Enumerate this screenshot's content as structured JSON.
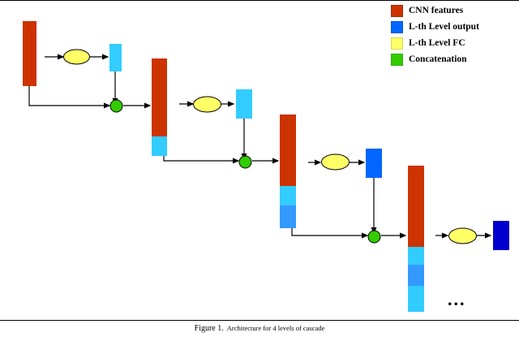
{
  "figure": {
    "caption_number": "Figure 1.",
    "caption_text": "Architecture for 4 levels of cascade",
    "ellipsis": "..."
  },
  "legend": {
    "items": [
      {
        "label": "CNN features",
        "color": "#cc3300",
        "name": "cnn-features"
      },
      {
        "label": "L-th Level output",
        "color": "#0066ff",
        "name": "level-output"
      },
      {
        "label": "L-th Level FC",
        "color": "#ffff66",
        "name": "level-fc"
      },
      {
        "label": "Concatenation",
        "color": "#33cc00",
        "name": "concatenation"
      }
    ]
  },
  "colors": {
    "cnn_features": "#cc3300",
    "level_output_blue": "#0066ff",
    "level_output_cyan": "#33ccff",
    "level_output_lightblue": "#3399ff",
    "level_fc": "#ffff66",
    "concat": "#33cc00",
    "wire": "#000000"
  },
  "stages": [
    {
      "name": "stage-1",
      "cnn_label": "CNN features",
      "fc_label": "L-th Level FC",
      "out_label": "L-th Level output"
    },
    {
      "name": "stage-2",
      "cnn_label": "CNN features",
      "fc_label": "L-th Level FC",
      "out_label": "L-th Level output",
      "concat_label": "Concatenation"
    },
    {
      "name": "stage-3",
      "cnn_label": "CNN features",
      "fc_label": "L-th Level FC",
      "out_label": "L-th Level output",
      "concat_label": "Concatenation"
    },
    {
      "name": "stage-4",
      "cnn_label": "CNN features",
      "fc_label": "L-th Level FC",
      "out_label": "L-th Level output",
      "concat_label": "Concatenation"
    }
  ]
}
